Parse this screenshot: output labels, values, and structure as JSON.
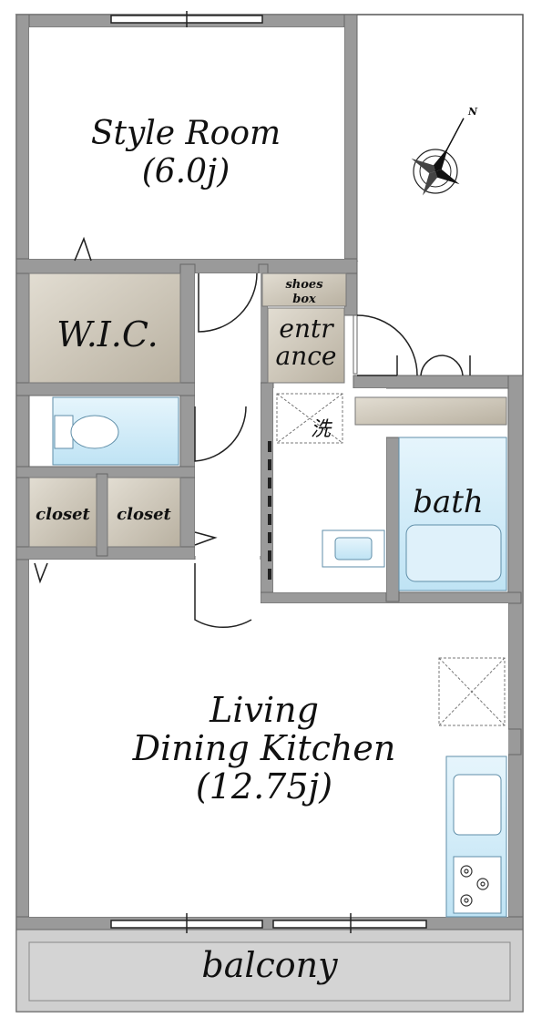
{
  "rooms": {
    "style_room": {
      "name": "Style Room",
      "area": "(6.0j)"
    },
    "wic": "W.I.C.",
    "shoes_box": {
      "line1": "shoes",
      "line2": "box"
    },
    "entrance": {
      "line1": "entr",
      "line2": "ance"
    },
    "washroom_char": "洗",
    "bath": "bath",
    "closet_left": "closet",
    "closet_right": "closet",
    "ldk": {
      "line1": "Living",
      "line2": "Dining Kitchen",
      "line3": "(12.75j)"
    },
    "balcony": "balcony"
  },
  "compass": {
    "north_label": "N"
  },
  "colors": {
    "wall": "#9a9a9a",
    "wall_edge": "#666666",
    "storage": "#c9c2b4",
    "fixture_blue": "#cfe9f7",
    "floor": "#ffffff"
  }
}
